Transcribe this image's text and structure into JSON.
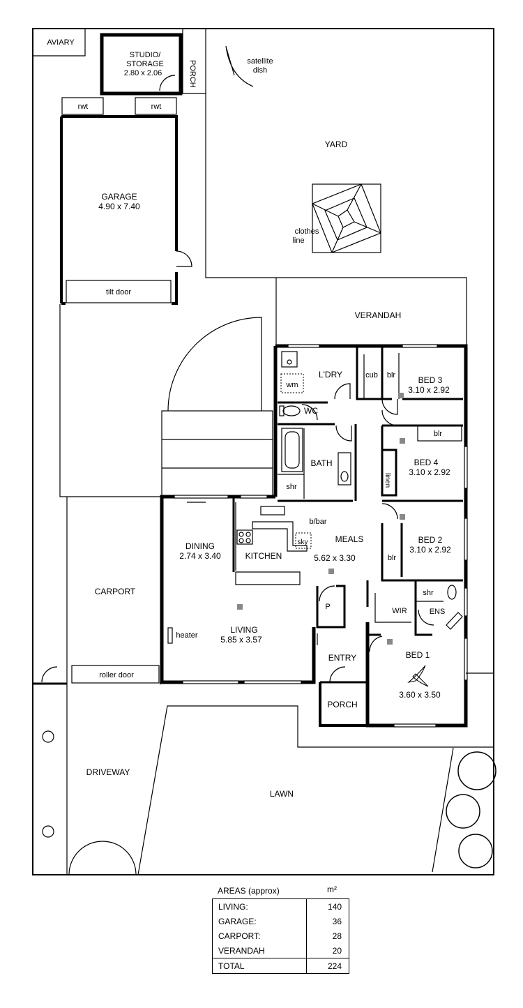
{
  "rooms": {
    "aviary": "AVIARY",
    "studio_name": "STUDIO/",
    "studio_name2": "STORAGE",
    "studio_size": "2.80 x 2.06",
    "porch_top": "PORCH",
    "satellite": "satellite",
    "satellite2": "dish",
    "rwt_left": "rwt",
    "rwt_right": "rwt",
    "yard": "YARD",
    "clothes": "clothes",
    "clothes2": "line",
    "garage_name": "GARAGE",
    "garage_size": "4.90 x 7.40",
    "tilt_door": "tilt door",
    "verandah": "VERANDAH",
    "ldry": "L'DRY",
    "wm": "wm",
    "cub": "cub",
    "blr_bed3": "blr",
    "bed3_name": "BED 3",
    "bed3_size": "3.10 x 2.92",
    "wc": "WC",
    "bath": "BATH",
    "shr_bath": "shr",
    "blr_bed4": "blr",
    "bed4_name": "BED 4",
    "bed4_size": "3.10 x 2.92",
    "linen": "linen",
    "bbar": "b/bar",
    "dining_name": "DINING",
    "dining_size": "2.74 x 3.40",
    "kitchen": "KITCHEN",
    "sky": "sky",
    "meals_name": "MEALS",
    "meals_size": "5.62 x 3.30",
    "bed2_name": "BED 2",
    "bed2_size": "3.10 x 2.92",
    "blr_bed2": "blr",
    "carport": "CARPORT",
    "living_name": "LIVING",
    "living_size": "5.85 x 3.57",
    "heater": "heater",
    "pantry": "P",
    "shr_ens": "shr",
    "wir": "WIR",
    "ens": "ENS",
    "entry": "ENTRY",
    "bed1_name": "BED 1",
    "bed1_size": "3.60 x 3.50",
    "roller_door": "roller door",
    "porch_front": "PORCH",
    "driveway": "DRIVEWAY",
    "lawn": "LAWN"
  },
  "areas": {
    "title": "AREAS (approx)",
    "unit": "m²",
    "rows": [
      {
        "name": "LIVING:",
        "value": "140"
      },
      {
        "name": "GARAGE:",
        "value": "36"
      },
      {
        "name": "CARPORT:",
        "value": "28"
      },
      {
        "name": "VERANDAH",
        "value": "20"
      }
    ],
    "total": {
      "name": "TOTAL",
      "value": "224"
    }
  }
}
